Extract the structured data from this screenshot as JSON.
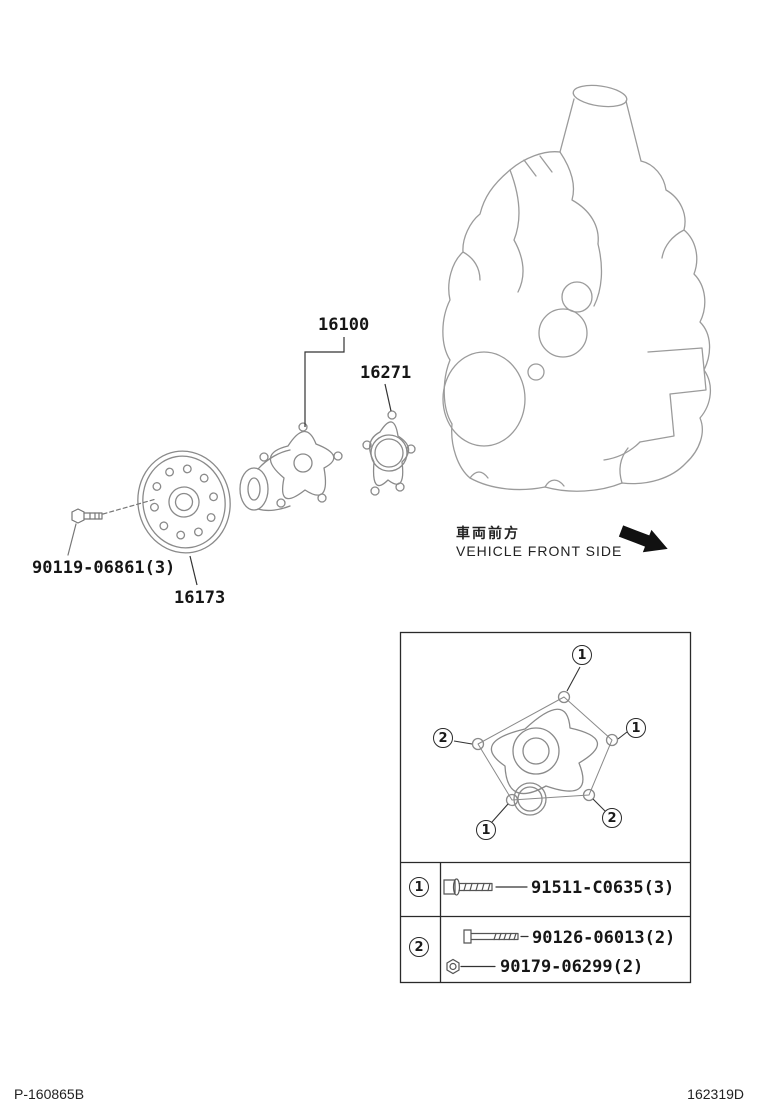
{
  "part_labels": {
    "pump_assy": "16100",
    "gasket": "16271",
    "pulley": "16173",
    "pulley_bolt": "90119-06861(3)"
  },
  "direction_note": {
    "jp": "車両前方",
    "en": "VEHICLE FRONT SIDE"
  },
  "markers": {
    "m1": "1",
    "m2": "2"
  },
  "callout_table": {
    "row1_part": "91511-C0635(3)",
    "row2_part_bolt": "90126-06013(2)",
    "row2_part_nut": "90179-06299(2)"
  },
  "footer": {
    "left_code": "P-160865B",
    "right_code": "162319D"
  }
}
